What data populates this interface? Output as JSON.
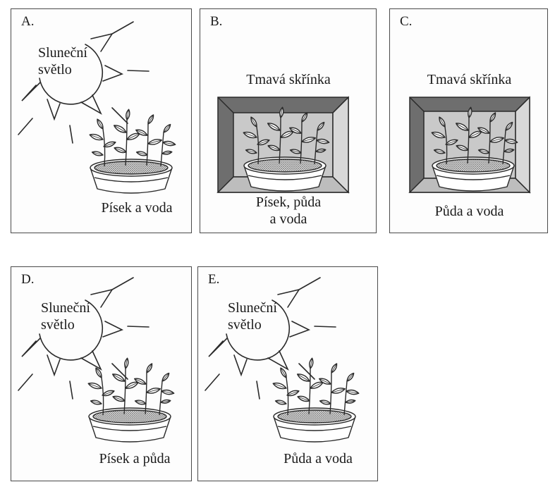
{
  "panels": [
    {
      "letter": "A.",
      "sun": [
        "Sluneční",
        "světlo"
      ],
      "soil": [
        "Písek a voda"
      ]
    },
    {
      "letter": "B.",
      "box_label": "Tmavá skřínka",
      "soil": [
        "Písek, půda",
        "a voda"
      ]
    },
    {
      "letter": "C.",
      "box_label": "Tmavá skřínka",
      "soil": [
        "Půda a voda"
      ]
    },
    {
      "letter": "D.",
      "sun": [
        "Sluneční",
        "světlo"
      ],
      "soil": [
        "Písek a půda"
      ]
    },
    {
      "letter": "E.",
      "sun": [
        "Sluneční",
        "světlo"
      ],
      "soil": [
        "Půda a voda"
      ]
    }
  ],
  "colors": {
    "box_dark": "#6e6e6e",
    "box_back": "#c9c9c9",
    "box_floor": "#bdbdbd",
    "soil": "#8a8a8a"
  },
  "icons": [
    "sun-icon",
    "plant-pot-icon",
    "dark-box-icon"
  ]
}
